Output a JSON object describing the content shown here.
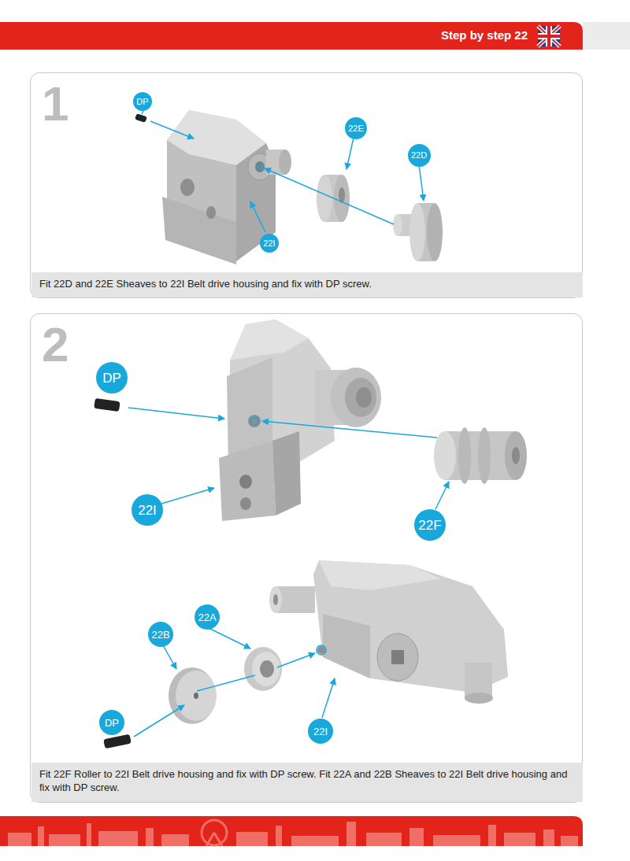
{
  "diagram": {
    "title": "Step by step 22",
    "nodes": [
      {
        "text": [
          "1"
        ]
      },
      {
        "text": [
          "DP"
        ],
        "in": 0
      },
      {
        "text": [
          "22E"
        ],
        "in": 0
      },
      {
        "text": [
          "22D"
        ],
        "in": 0
      },
      {
        "text": [
          "22I"
        ],
        "in": 0
      },
      {
        "text": [
          "Fit 22D and 22E Sheaves to 22I Belt drive housing and fix with DP screw."
        ],
        "in": 0
      },
      {
        "text": [
          "2"
        ]
      },
      {
        "text": [
          "DP"
        ],
        "in": 6
      },
      {
        "text": [
          "22I"
        ],
        "in": 6
      },
      {
        "text": [
          "22F"
        ],
        "in": 6
      },
      {
        "text": [
          "22A"
        ],
        "in": 6
      },
      {
        "text": [
          "22B"
        ],
        "in": 6
      },
      {
        "text": [
          "DP"
        ],
        "in": 6
      },
      {
        "text": [
          "22I"
        ],
        "in": 6
      },
      {
        "text": [
          "Fit 22F Roller to 22I Belt drive housing and fix with DP screw. Fit 22A and 22B Sheaves to 22I Belt drive housing and fix with DP screw."
        ],
        "in": 6
      }
    ]
  }
}
